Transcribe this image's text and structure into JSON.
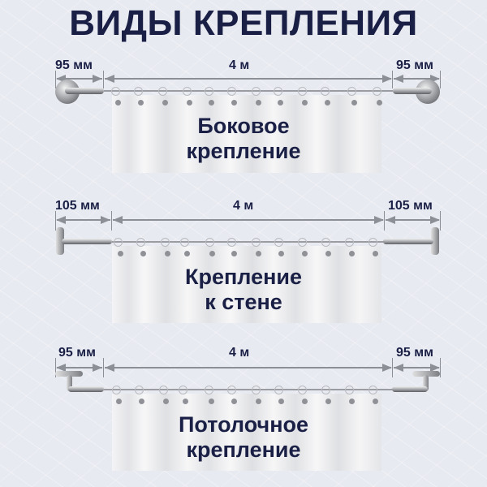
{
  "title": "ВИДЫ КРЕПЛЕНИЯ",
  "sections": [
    {
      "left_dim": "95 мм",
      "center_dim": "4 м",
      "right_dim": "95 мм",
      "label_line1": "Боковое",
      "label_line2": "крепление",
      "mount_type": "side-mount"
    },
    {
      "left_dim": "105 мм",
      "center_dim": "4 м",
      "right_dim": "105 мм",
      "label_line1": "Крепление",
      "label_line2": "к стене",
      "mount_type": "wall-mount"
    },
    {
      "left_dim": "95 мм",
      "center_dim": "4 м",
      "right_dim": "95 мм",
      "label_line1": "Потолочное",
      "label_line2": "крепление",
      "mount_type": "ceiling-mount"
    }
  ],
  "colors": {
    "text": "#1a1f45",
    "background": "#e8eaf1",
    "dimension_line": "#8c8f96"
  }
}
